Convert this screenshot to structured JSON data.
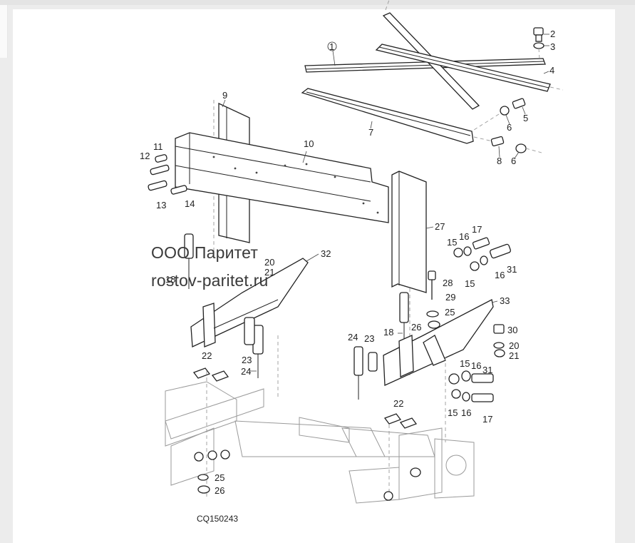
{
  "watermark": {
    "line1": "ООО Паритет",
    "line2": "rostov-paritet.ru"
  },
  "drawing_code": "CQ150243",
  "callouts": [
    {
      "id": "c1",
      "label": "1"
    },
    {
      "id": "c2",
      "label": "2"
    },
    {
      "id": "c3",
      "label": "3"
    },
    {
      "id": "c4",
      "label": "4"
    },
    {
      "id": "c5",
      "label": "5"
    },
    {
      "id": "c6a",
      "label": "6"
    },
    {
      "id": "c6b",
      "label": "6"
    },
    {
      "id": "c7",
      "label": "7"
    },
    {
      "id": "c8",
      "label": "8"
    },
    {
      "id": "c9",
      "label": "9"
    },
    {
      "id": "c10",
      "label": "10"
    },
    {
      "id": "c11",
      "label": "11"
    },
    {
      "id": "c12",
      "label": "12"
    },
    {
      "id": "c13",
      "label": "13"
    },
    {
      "id": "c14",
      "label": "14"
    },
    {
      "id": "c15a",
      "label": "15"
    },
    {
      "id": "c15b",
      "label": "15"
    },
    {
      "id": "c15c",
      "label": "15"
    },
    {
      "id": "c15d",
      "label": "15"
    },
    {
      "id": "c16a",
      "label": "16"
    },
    {
      "id": "c16b",
      "label": "16"
    },
    {
      "id": "c16c",
      "label": "16"
    },
    {
      "id": "c16d",
      "label": "16"
    },
    {
      "id": "c17a",
      "label": "17"
    },
    {
      "id": "c17b",
      "label": "17"
    },
    {
      "id": "c18a",
      "label": "18"
    },
    {
      "id": "c18b",
      "label": "18"
    },
    {
      "id": "c20a",
      "label": "20"
    },
    {
      "id": "c20b",
      "label": "20"
    },
    {
      "id": "c21a",
      "label": "21"
    },
    {
      "id": "c21b",
      "label": "21"
    },
    {
      "id": "c22a",
      "label": "22"
    },
    {
      "id": "c22b",
      "label": "22"
    },
    {
      "id": "c23a",
      "label": "23"
    },
    {
      "id": "c23b",
      "label": "23"
    },
    {
      "id": "c24a",
      "label": "24"
    },
    {
      "id": "c24b",
      "label": "24"
    },
    {
      "id": "c25a",
      "label": "25"
    },
    {
      "id": "c25b",
      "label": "25"
    },
    {
      "id": "c26a",
      "label": "26"
    },
    {
      "id": "c26b",
      "label": "26"
    },
    {
      "id": "c27",
      "label": "27"
    },
    {
      "id": "c28",
      "label": "28"
    },
    {
      "id": "c29",
      "label": "29"
    },
    {
      "id": "c30",
      "label": "30"
    },
    {
      "id": "c31a",
      "label": "31"
    },
    {
      "id": "c31b",
      "label": "31"
    },
    {
      "id": "c32",
      "label": "32"
    },
    {
      "id": "c33",
      "label": "33"
    }
  ]
}
